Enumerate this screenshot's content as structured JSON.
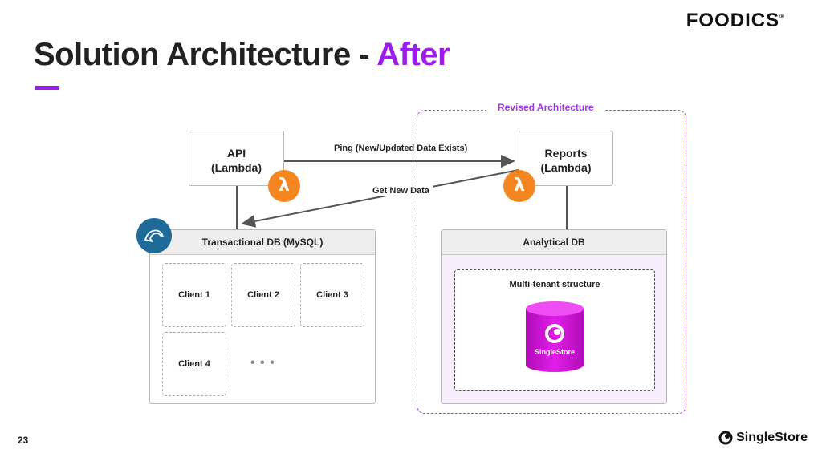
{
  "slide": {
    "title_main": "Solution Architecture - ",
    "title_accent": "After",
    "page_number": "23"
  },
  "brand": {
    "top_logo": "FOODICS",
    "top_logo_mark": "®",
    "footer_logo": "SingleStore"
  },
  "diagram": {
    "revised_label": "Revised Architecture",
    "api_box": {
      "line1": "API",
      "line2": "(Lambda)"
    },
    "reports_box": {
      "line1": "Reports",
      "line2": "(Lambda)"
    },
    "lambda_glyph": "λ",
    "arrow_ping_label": "Ping (New/Updated Data Exists)",
    "arrow_get_label": "Get New Data",
    "transactional_db": {
      "title": "Transactional DB (MySQL)",
      "clients": [
        "Client 1",
        "Client 2",
        "Client 3",
        "Client 4"
      ],
      "ellipsis": "• • •"
    },
    "analytical_db": {
      "title": "Analytical DB",
      "inner_label": "Multi-tenant structure",
      "cylinder_label": "SingleStore"
    }
  },
  "colors": {
    "accent_purple": "#9b1dea",
    "lambda_orange": "#f5851f",
    "mysql_blue": "#1e6b9a",
    "singlestore_magenta": "#d10ed9"
  },
  "icons": {
    "lambda": "aws-lambda-icon",
    "mysql": "mysql-dolphin-icon",
    "singlestore": "singlestore-database-icon"
  }
}
